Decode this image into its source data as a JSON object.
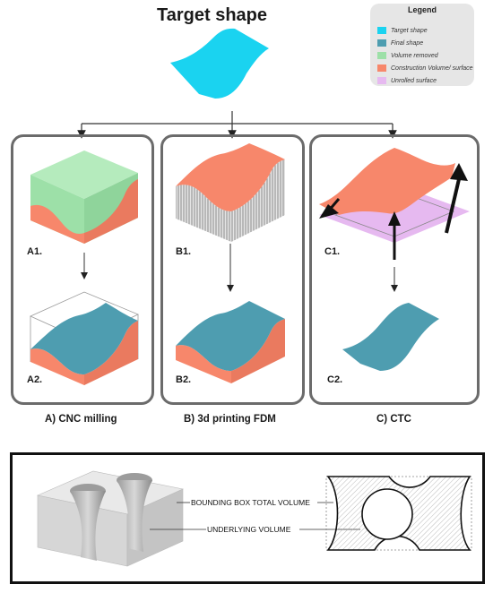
{
  "title": "Target shape",
  "legend": {
    "title": "Legend",
    "items": [
      {
        "label": "Target shape",
        "color": "#1ad3f0"
      },
      {
        "label": "Final shape",
        "color": "#4e9db0"
      },
      {
        "label": "Volume removed",
        "color": "#9de0a8"
      },
      {
        "label": "Construction Volume/ surface",
        "color": "#f7876b"
      },
      {
        "label": "Unrolled surface",
        "color": "#e6b9f0"
      }
    ]
  },
  "steps": {
    "a1": "A1.",
    "a2": "A2.",
    "b1": "B1.",
    "b2": "B2.",
    "c1": "C1.",
    "c2": "C2."
  },
  "captions": {
    "a": "A) CNC milling",
    "b": "B) 3d printing FDM",
    "c": "C) CTC"
  },
  "bottom": {
    "bounding_label": "BOUNDING BOX TOTAL VOLUME",
    "underlying_label": "UNDERLYING VOLUME"
  }
}
